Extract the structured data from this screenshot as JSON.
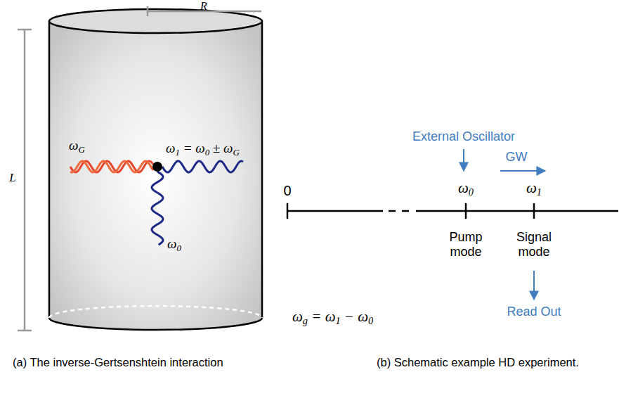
{
  "diagram": {
    "labels": [
      "R",
      "L",
      "ωG",
      "ω1 = ω0 ± ωG",
      "ω0",
      "ωg = ω1 − ω0",
      "0",
      "External Oscillator",
      "GW",
      "ω0",
      "ω1",
      "Pump mode",
      "Signal mode",
      "Read Out",
      "(a) The inverse-Gertsenshtein interaction",
      "(b) Schematic example HD experiment."
    ]
  }
}
